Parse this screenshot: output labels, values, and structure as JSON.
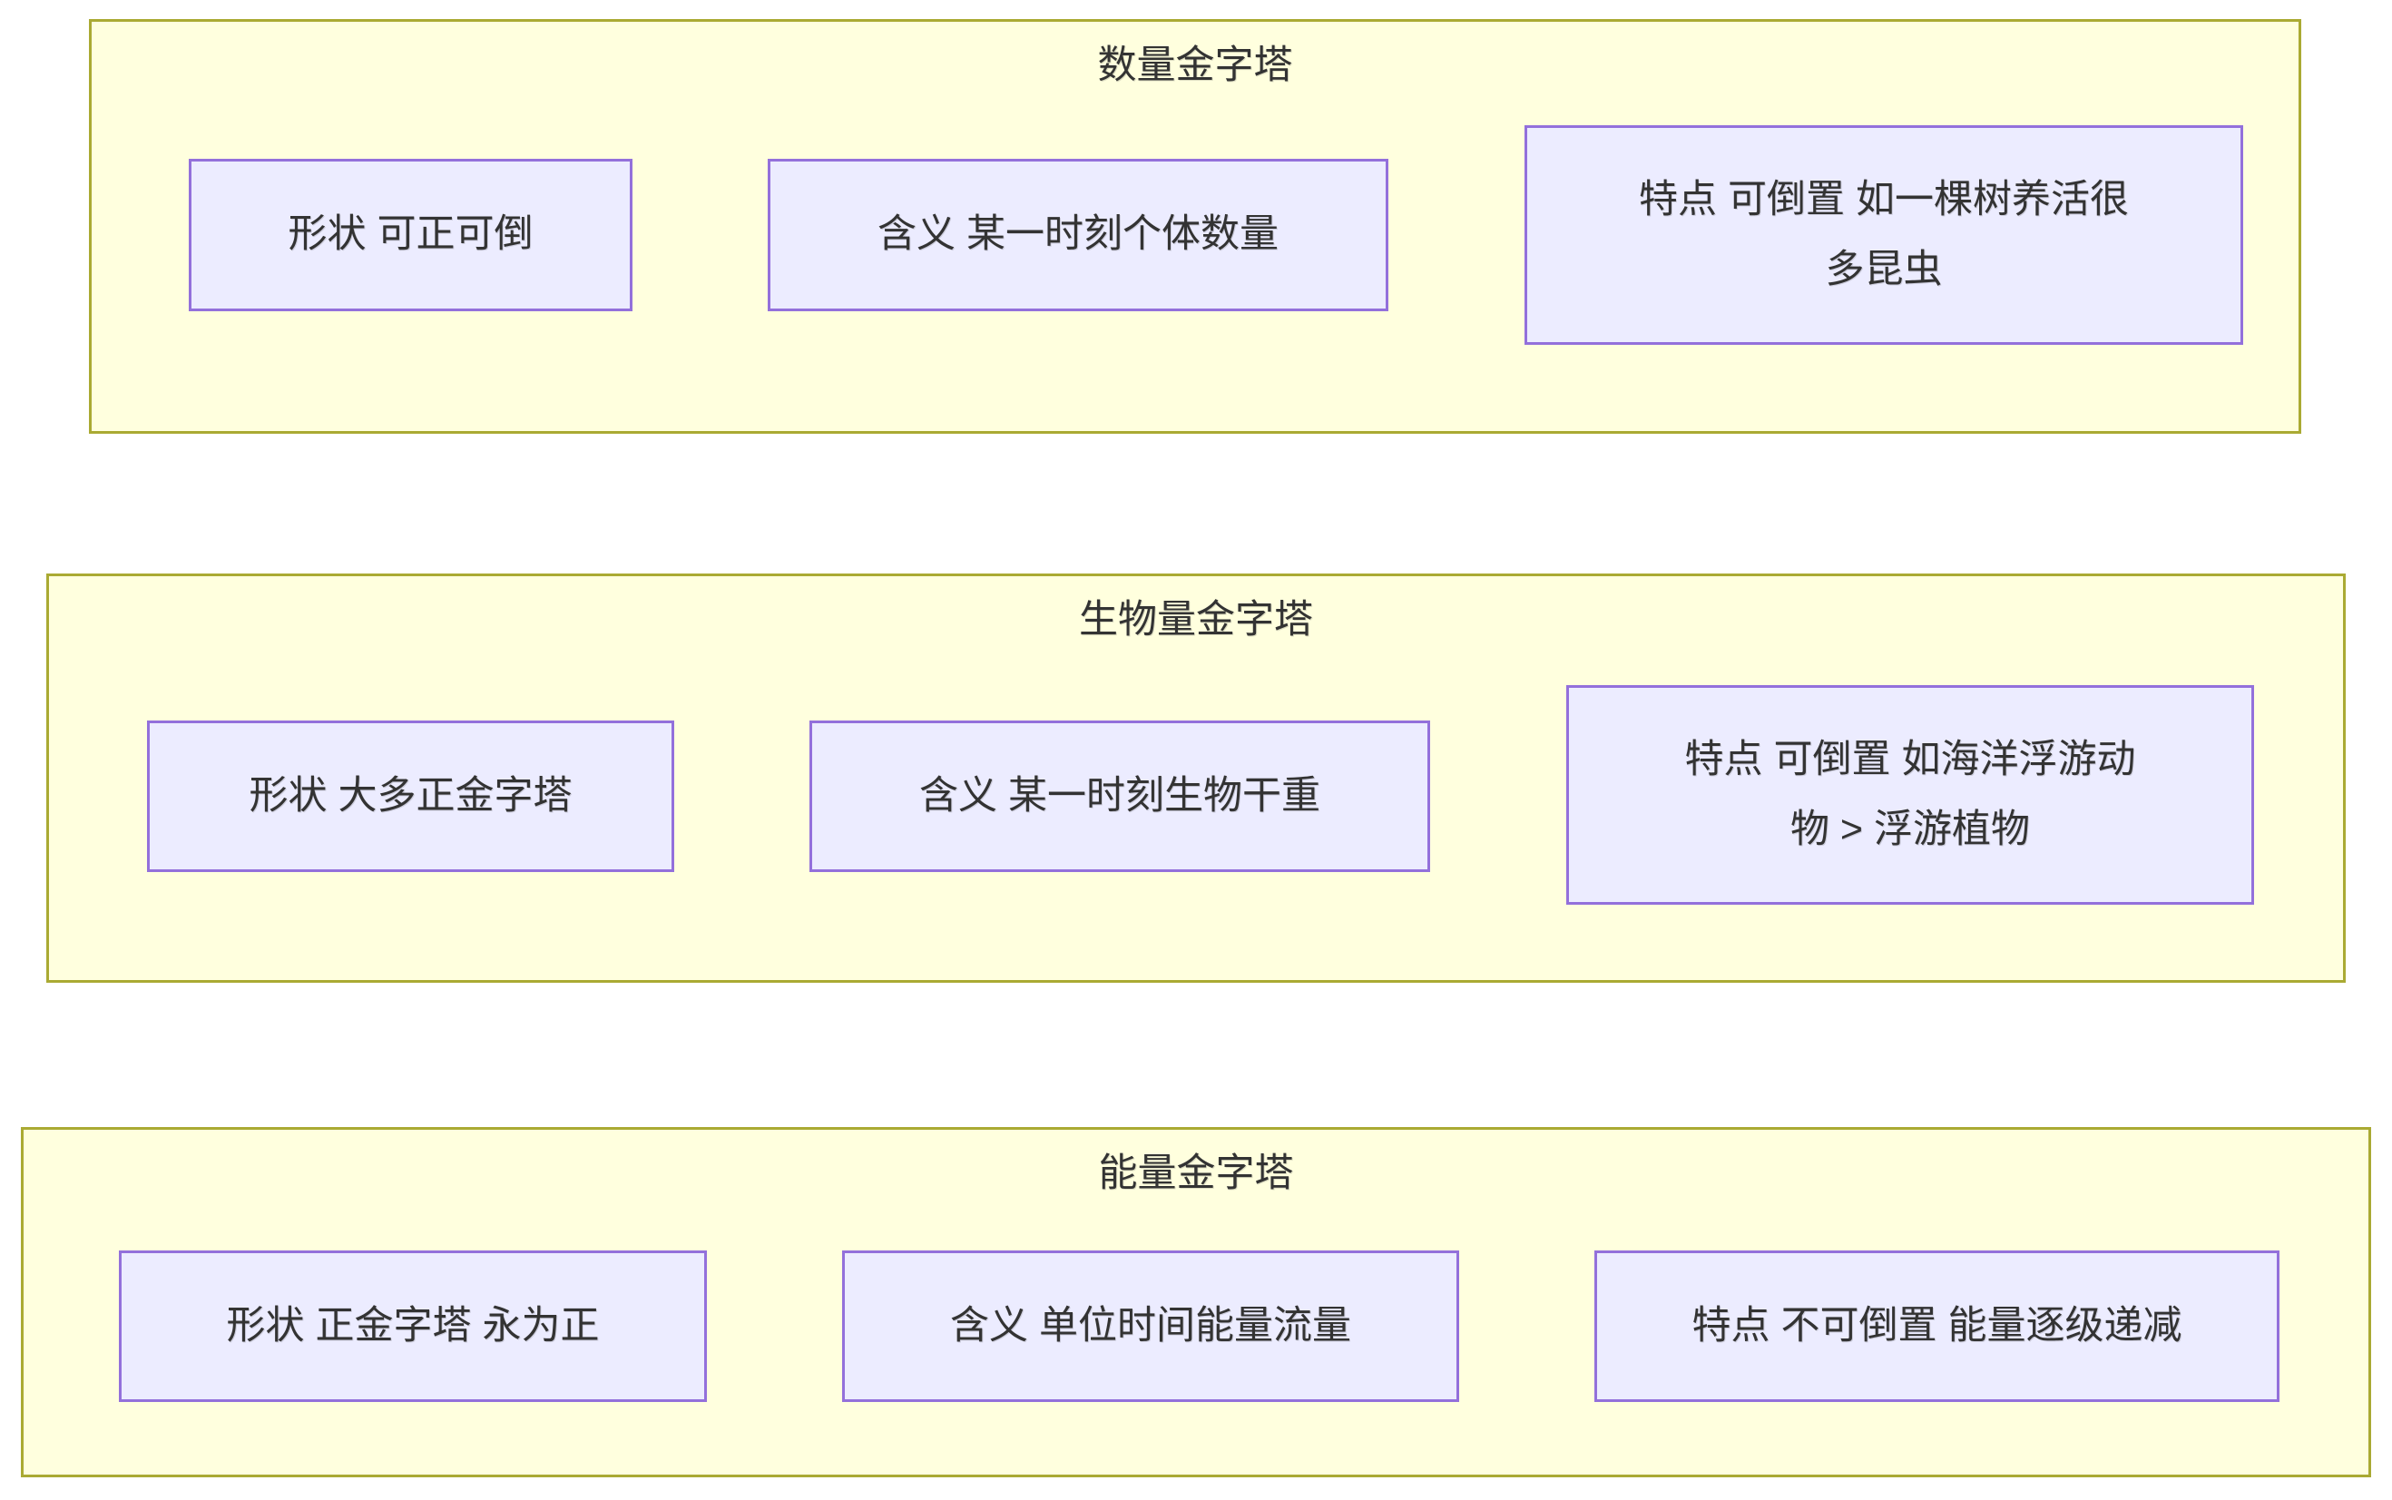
{
  "diagram": {
    "type": "mermaid-flowchart-subgraphs",
    "colors": {
      "page_background": "#ffffff",
      "group_fill": "#ffffde",
      "group_border": "#aaaa33",
      "node_fill": "#ececff",
      "node_border": "#9370db",
      "text": "#333333"
    },
    "groups": [
      {
        "title": "数量金字塔",
        "nodes": [
          {
            "text": "形状 可正可倒"
          },
          {
            "text": "含义 某一时刻个体数量"
          },
          {
            "text": "特点 可倒置 如一棵树养活很\n多昆虫"
          }
        ]
      },
      {
        "title": "生物量金字塔",
        "nodes": [
          {
            "text": "形状 大多正金字塔"
          },
          {
            "text": "含义 某一时刻生物干重"
          },
          {
            "text": "特点 可倒置 如海洋浮游动\n物 > 浮游植物"
          }
        ]
      },
      {
        "title": "能量金字塔",
        "nodes": [
          {
            "text": "形状 正金字塔 永为正"
          },
          {
            "text": "含义 单位时间能量流量"
          },
          {
            "text": "特点 不可倒置 能量逐级递减"
          }
        ]
      }
    ]
  }
}
